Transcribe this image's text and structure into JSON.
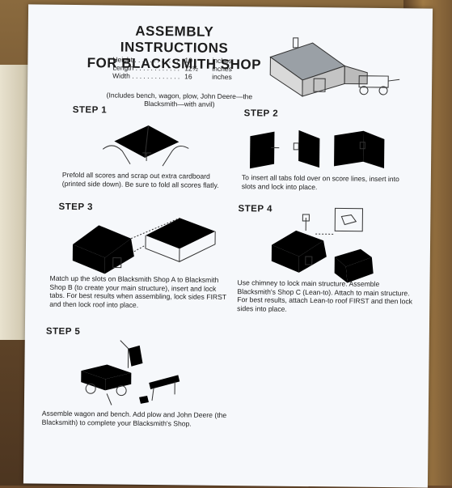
{
  "title_line1": "ASSEMBLY INSTRUCTIONS",
  "title_line2": "FOR BLACKSMITH SHOP",
  "dimensions": [
    {
      "label": "Height . . . . . . . . . . . .",
      "value": "10",
      "unit": "inches"
    },
    {
      "label": "Length . . . . . . . . . . . .",
      "value": "12½",
      "unit": "inches"
    },
    {
      "label": "Width . . . . . . . . . . . . .",
      "value": "16",
      "unit": "inches"
    }
  ],
  "includes_note": "(Includes bench, wagon, plow, John Deere—the Blacksmith—with anvil)",
  "steps": [
    {
      "title": "STEP 1",
      "text": "Prefold all scores and scrap out extra cardboard (printed side down). Be sure to fold all scores flatly."
    },
    {
      "title": "STEP 2",
      "text": "To insert all tabs fold over on score lines, insert into slots and lock into place."
    },
    {
      "title": "STEP 3",
      "text": "Match up the slots on Blacksmith Shop A to Blacksmith Shop B (to create your main structure), insert and lock tabs. For best results when assembling, lock sides FIRST and then lock roof into place."
    },
    {
      "title": "STEP 4",
      "text": "Use chimney to lock main structure. Assemble Blacksmith's Shop C (Lean-to). Attach to main structure. For best results, attach Lean-to roof FIRST and then lock sides into place."
    },
    {
      "title": "STEP 5",
      "text": "Assemble wagon and bench. Add plow and John Deere (the Blacksmith) to complete your Blacksmith's Shop."
    }
  ]
}
